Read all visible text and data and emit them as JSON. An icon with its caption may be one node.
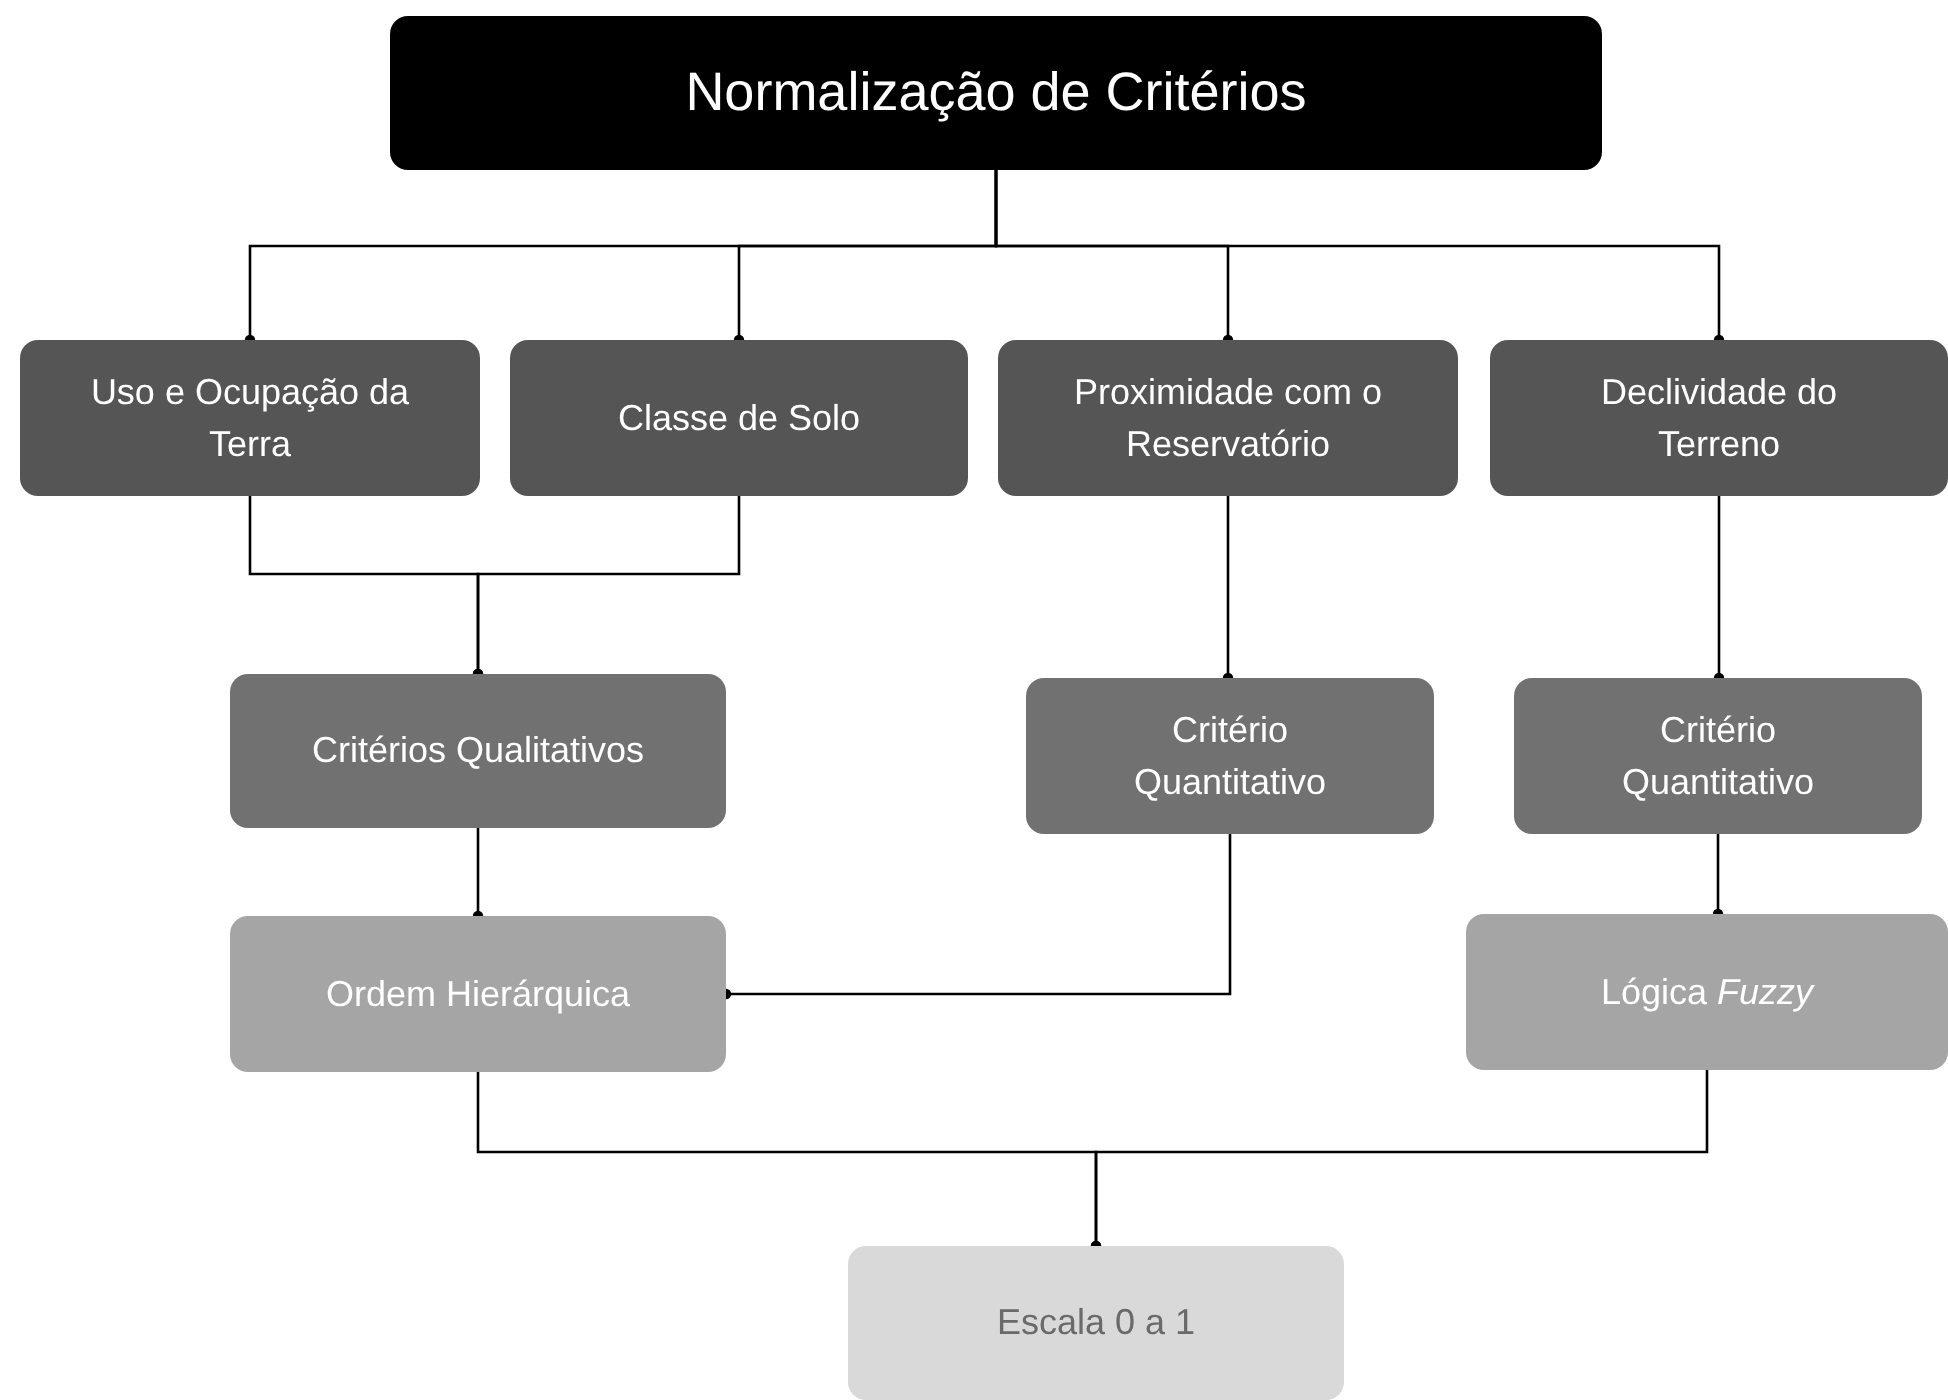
{
  "diagram": {
    "nodes": [
      {
        "text": [
          "Normalização de Critérios"
        ]
      },
      {
        "text": [
          "Uso e Ocupação da Terra"
        ]
      },
      {
        "text": [
          "Classe de Solo"
        ]
      },
      {
        "text": [
          "Proximidade com o Reservatório"
        ]
      },
      {
        "text": [
          "Declividade do Terreno"
        ]
      },
      {
        "text": [
          "Critérios Qualitativos"
        ]
      },
      {
        "text": [
          "Critério Quantitativo"
        ]
      },
      {
        "text": [
          "Critério Quantitativo"
        ]
      },
      {
        "text": [
          "Ordem Hierárquica"
        ]
      },
      {
        "text": [
          "Lógica *Fuzzy*"
        ]
      },
      {
        "text": [
          "Escala 0 a 1"
        ]
      }
    ],
    "edges": [
      {
        "from": 0,
        "to": 1,
        "arrow": "other"
      },
      {
        "from": 0,
        "to": 2,
        "arrow": "other"
      },
      {
        "from": 0,
        "to": 3,
        "arrow": "other"
      },
      {
        "from": 0,
        "to": 4,
        "arrow": "other"
      },
      {
        "from": 1,
        "to": 5,
        "arrow": "other"
      },
      {
        "from": 2,
        "to": 5,
        "arrow": "other"
      },
      {
        "from": 3,
        "to": 6,
        "arrow": "other"
      },
      {
        "from": 4,
        "to": 7,
        "arrow": "other"
      },
      {
        "from": 5,
        "to": 8,
        "arrow": "other"
      },
      {
        "from": 6,
        "to": 8,
        "arrow": "other"
      },
      {
        "from": 7,
        "to": 9,
        "arrow": "other"
      },
      {
        "from": 8,
        "to": 10,
        "arrow": "other"
      },
      {
        "from": 9,
        "to": 10,
        "arrow": "other"
      }
    ]
  }
}
